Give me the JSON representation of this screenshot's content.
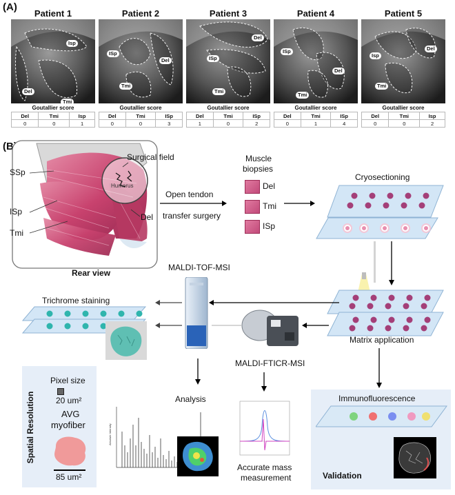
{
  "panel_a": {
    "label": "(A)",
    "patients": [
      {
        "title": "Patient 1",
        "labels": [
          "Isp",
          "Del",
          "Tmi"
        ]
      },
      {
        "title": "Patient 2",
        "labels": [
          "ISp",
          "Del",
          "Tmi"
        ]
      },
      {
        "title": "Patient 3",
        "labels": [
          "Del",
          "ISp",
          "Tmi"
        ]
      },
      {
        "title": "Patient 4",
        "labels": [
          "ISp",
          "Del",
          "Tmi"
        ]
      },
      {
        "title": "Patient 5",
        "labels": [
          "Isp",
          "Del",
          "Tmi"
        ]
      }
    ],
    "score_title": "Goutallier score",
    "score_headers": [
      [
        "Del",
        "Tmi",
        "Isp"
      ],
      [
        "Del",
        "Tmi",
        "ISp"
      ],
      [
        "Del",
        "Tmi",
        "ISp"
      ],
      [
        "Del",
        "Tmi",
        "ISp"
      ],
      [
        "Del",
        "Tmi",
        "Isp"
      ]
    ],
    "score_values": [
      [
        "0",
        "0",
        "1"
      ],
      [
        "0",
        "0",
        "3"
      ],
      [
        "1",
        "0",
        "2"
      ],
      [
        "0",
        "1",
        "4"
      ],
      [
        "0",
        "0",
        "2"
      ]
    ]
  },
  "panel_b": {
    "label": "(B)",
    "anatomy": {
      "surgical_field": "Surgical field",
      "humerus": "Humerus",
      "ssp": "SSp",
      "isp": "ISp",
      "tmi": "Tmi",
      "del": "Del",
      "view": "Rear view"
    },
    "surgery": {
      "line1": "Open tendon",
      "line2": "transfer surgery"
    },
    "biopsies": {
      "title_line1": "Muscle",
      "title_line2": "biopsies",
      "items": [
        "Del",
        "Tmi",
        "ISp"
      ]
    },
    "cryosectioning": "Cryosectioning",
    "maldi_tof": "MALDI-TOF-MSI",
    "maldi_fticr": "MALDI-FTICR-MSI",
    "trichrome": "Trichrome staining",
    "matrix": "Matrix application",
    "analysis": "Analysis",
    "accurate_line1": "Accurate mass",
    "accurate_line2": "measurement",
    "immuno": "Immunofluorescence",
    "validation": "Validation",
    "spatial": {
      "title": "Spatial Resolution",
      "pixel_size": "Pixel size",
      "pixel_value": "20 um²",
      "avg_line1": "AVG",
      "avg_line2": "myofiber",
      "fiber_value": "85 um²"
    },
    "colors": {
      "muscle": "#c8426e",
      "slide": "#cfe3f5",
      "dot": "#a43f78",
      "teal": "#2fb5ad",
      "panel_bg": "#e6eef8"
    }
  }
}
